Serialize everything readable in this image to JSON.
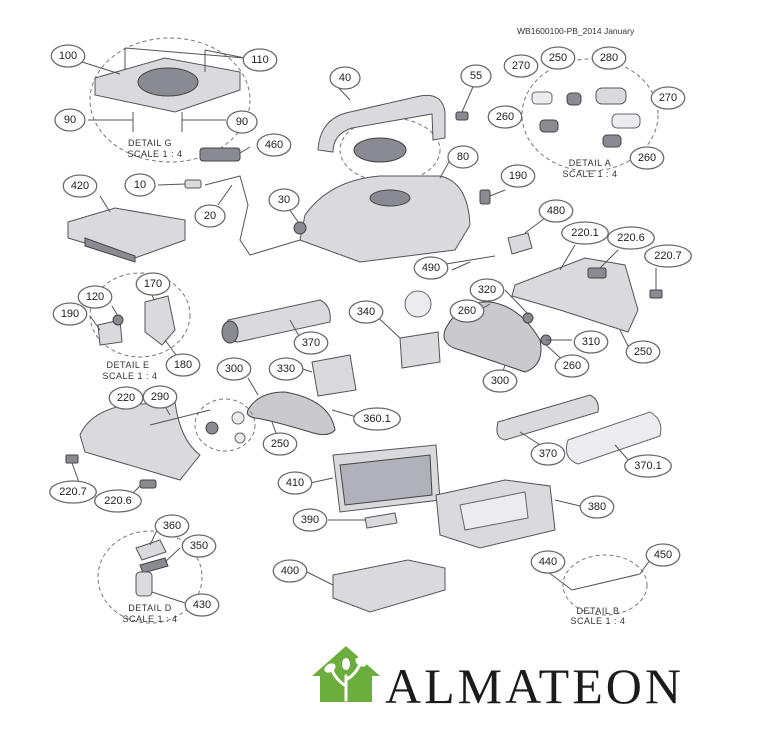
{
  "document_code": "WB1600100-PB_2014 January",
  "brand": {
    "name": "ALMATEON",
    "logo_color": "#6cae3e",
    "logo_icon": "house-tree-icon"
  },
  "details": [
    {
      "id": "G",
      "title": "DETAIL G",
      "scale": "SCALE 1 : 4"
    },
    {
      "id": "A",
      "title": "DETAIL A",
      "scale": "SCALE 1 : 4"
    },
    {
      "id": "E",
      "title": "DETAIL E",
      "scale": "SCALE 1 : 4"
    },
    {
      "id": "D",
      "title": "DETAIL D",
      "scale": "SCALE 1 : 4"
    },
    {
      "id": "B",
      "title": "DETAIL B",
      "scale": "SCALE 1 : 4"
    }
  ],
  "callouts": [
    "100",
    "110",
    "90",
    "90",
    "40",
    "55",
    "270",
    "250",
    "280",
    "260",
    "270",
    "260",
    "460",
    "10",
    "20",
    "420",
    "30",
    "80",
    "190",
    "480",
    "490",
    "220.1",
    "220.6",
    "220.7",
    "170",
    "120",
    "190",
    "180",
    "370",
    "340",
    "260",
    "320",
    "310",
    "250",
    "260",
    "300",
    "330",
    "300",
    "360.1",
    "250",
    "220",
    "290",
    "220.7",
    "220.6",
    "370",
    "370.1",
    "410",
    "380",
    "390",
    "400",
    "360",
    "350",
    "430",
    "440",
    "450"
  ]
}
